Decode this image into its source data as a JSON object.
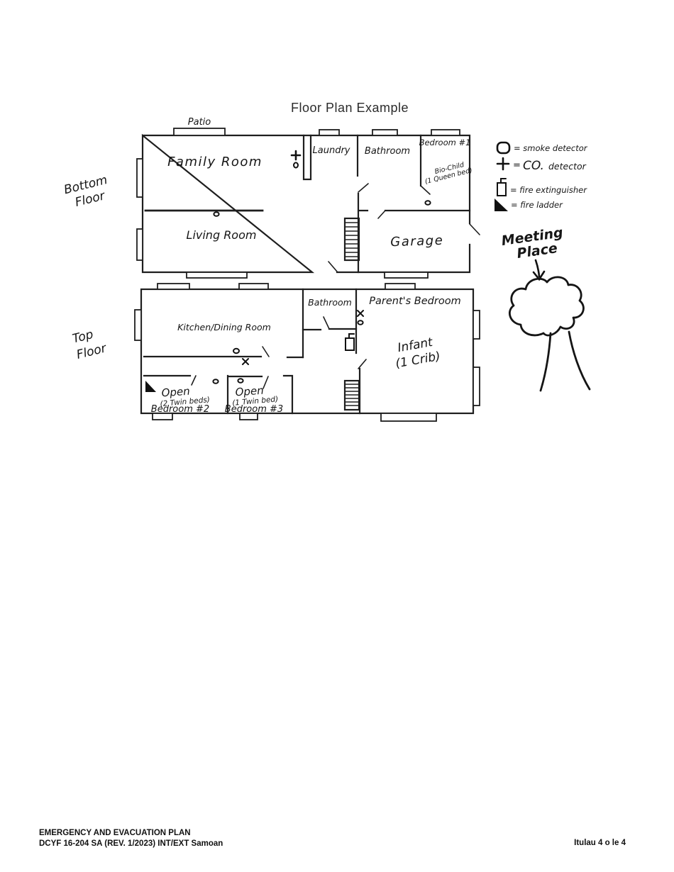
{
  "title": "Floor Plan Example",
  "legend": {
    "smoke_label": "= smoke detector",
    "co_eq": "=",
    "co_name": "CO.",
    "co_word": "detector",
    "ext_label": "= fire extinguisher",
    "ladder_label": "= fire ladder"
  },
  "floor_labels": {
    "bottom_1": "Bottom",
    "bottom_2": "Floor",
    "top_1": "Top",
    "top_2": "Floor"
  },
  "bottom_floor": {
    "patio": "Patio",
    "family_room": "Family Room",
    "laundry": "Laundry",
    "bathroom": "Bathroom",
    "bedroom1": "Bedroom #1",
    "bedroom1_note1": "Bio-Child",
    "bedroom1_note2": "(1 Queen bed)",
    "living_room": "Living Room",
    "garage": "Garage"
  },
  "top_floor": {
    "kitchen": "Kitchen/Dining Room",
    "bathroom": "Bathroom",
    "parents_bedroom": "Parent's Bedroom",
    "infant1": "Infant",
    "infant2": "(1 Crib)",
    "bedroom2_open": "Open",
    "bedroom2_note": "(2 Twin beds)",
    "bedroom2": "Bedroom #2",
    "bedroom3_open": "Open",
    "bedroom3_note": "(1 Twin bed)",
    "bedroom3": "Bedroom #3"
  },
  "meeting_place": {
    "line1": "Meeting",
    "line2": "Place"
  },
  "footer": {
    "line1": "EMERGENCY AND EVACUATION PLAN",
    "line2": "DCYF 16-204 SA (REV. 1/2023) INT/EXT Samoan",
    "page": "Itulau 4 o le 4"
  },
  "colors": {
    "ink": "#1e1e1e",
    "paper": "#ffffff"
  }
}
